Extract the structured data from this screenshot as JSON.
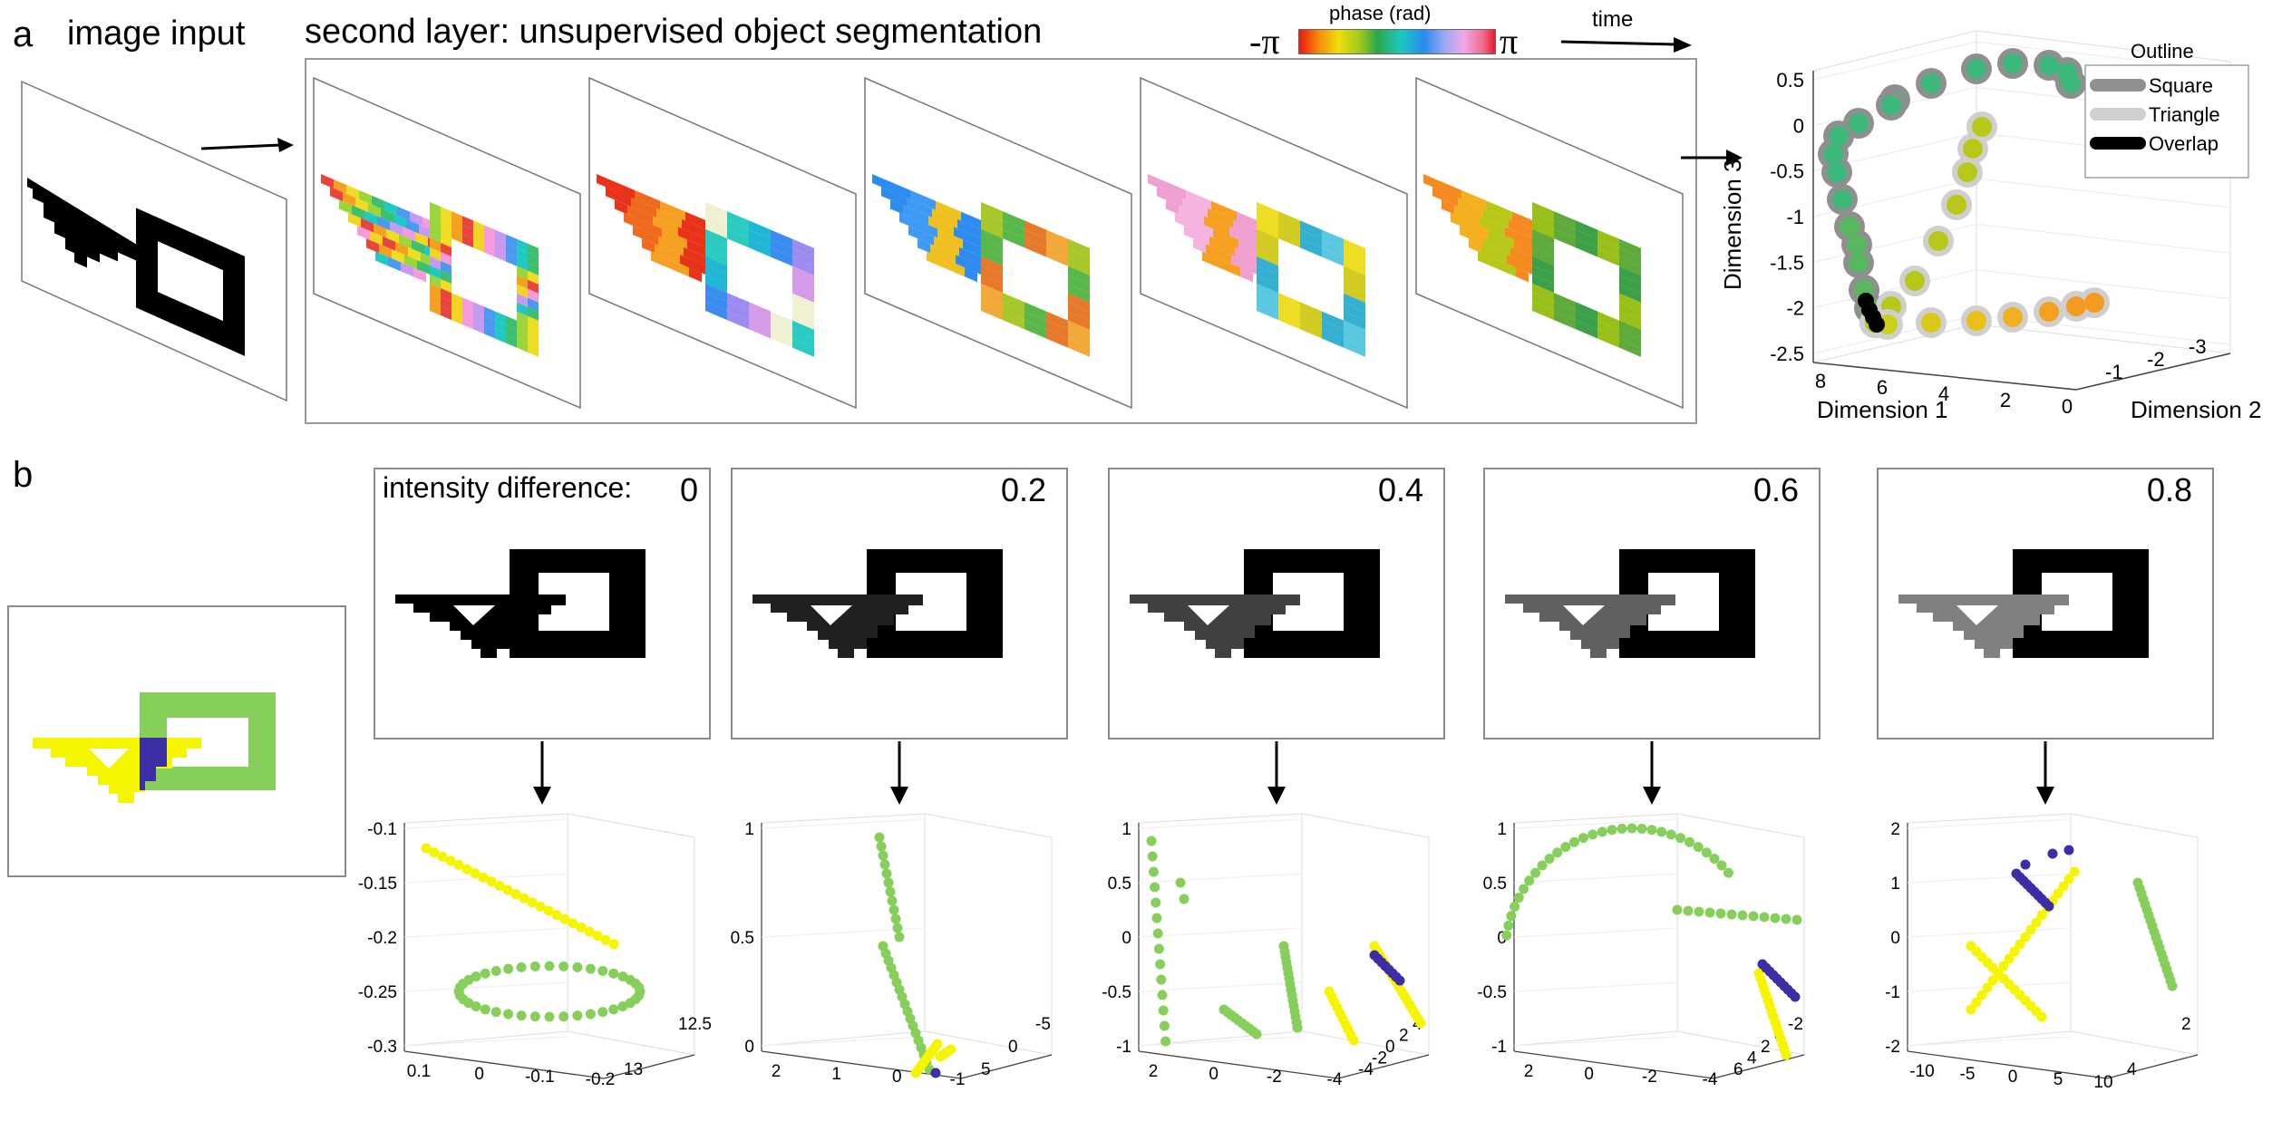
{
  "panel_a": {
    "letter": "a",
    "input_title": "image input",
    "layer_title": "second layer: unsupervised object segmentation",
    "colorbar_title": "phase (rad)",
    "colorbar_min": "-π",
    "colorbar_max": "π",
    "time_label": "time",
    "plot3d": {
      "xlabel": "Dimension 1",
      "ylabel": "Dimension 2",
      "zlabel": "Dimension 3",
      "z_ticks": [
        "0.5",
        "0",
        "-0.5",
        "-1",
        "-1.5",
        "-2",
        "-2.5"
      ],
      "x_ticks": [
        "8",
        "6",
        "4",
        "2",
        "0"
      ],
      "y_ticks": [
        "-1",
        "-2",
        "-3"
      ],
      "legend_title": "Outline",
      "legend": [
        "Square",
        "Triangle",
        "Overlap"
      ],
      "colors": {
        "square": "#8f8f8f",
        "triangle": "#cfcfcf",
        "overlap": "#000000"
      }
    }
  },
  "panel_b": {
    "letter": "b",
    "intensity_label": "intensity difference:",
    "values": [
      "0",
      "0.2",
      "0.4",
      "0.6",
      "0.8"
    ],
    "colors": {
      "triangle": "#f5f500",
      "square": "#85cf5a",
      "overlap": "#3c2fa6"
    },
    "plots": [
      {
        "z_ticks": [
          "-0.1",
          "-0.15",
          "-0.2",
          "-0.25",
          "-0.3"
        ],
        "x_ticks": [
          "0.1",
          "0",
          "-0.1",
          "-0.2"
        ],
        "y_ticks": [
          "13",
          "12.5"
        ]
      },
      {
        "z_ticks": [
          "1",
          "0.5",
          "0"
        ],
        "x_ticks": [
          "2",
          "1",
          "0",
          "-1"
        ],
        "y_ticks": [
          "5",
          "0",
          "-5"
        ]
      },
      {
        "z_ticks": [
          "1",
          "0.5",
          "0",
          "-0.5",
          "-1"
        ],
        "x_ticks": [
          "2",
          "0",
          "-2",
          "-4"
        ],
        "y_ticks": [
          "-4",
          "-2",
          "0",
          "2",
          "4"
        ]
      },
      {
        "z_ticks": [
          "1",
          "0.5",
          "0",
          "-0.5",
          "-1"
        ],
        "x_ticks": [
          "2",
          "0",
          "-2",
          "-4"
        ],
        "y_ticks": [
          "6",
          "4",
          "2",
          "0",
          "-2"
        ]
      },
      {
        "z_ticks": [
          "2",
          "1",
          "0",
          "-1",
          "-2"
        ],
        "x_ticks": [
          "-10",
          "-5",
          "0",
          "5",
          "10"
        ],
        "y_ticks": [
          "4",
          "2"
        ]
      }
    ]
  }
}
